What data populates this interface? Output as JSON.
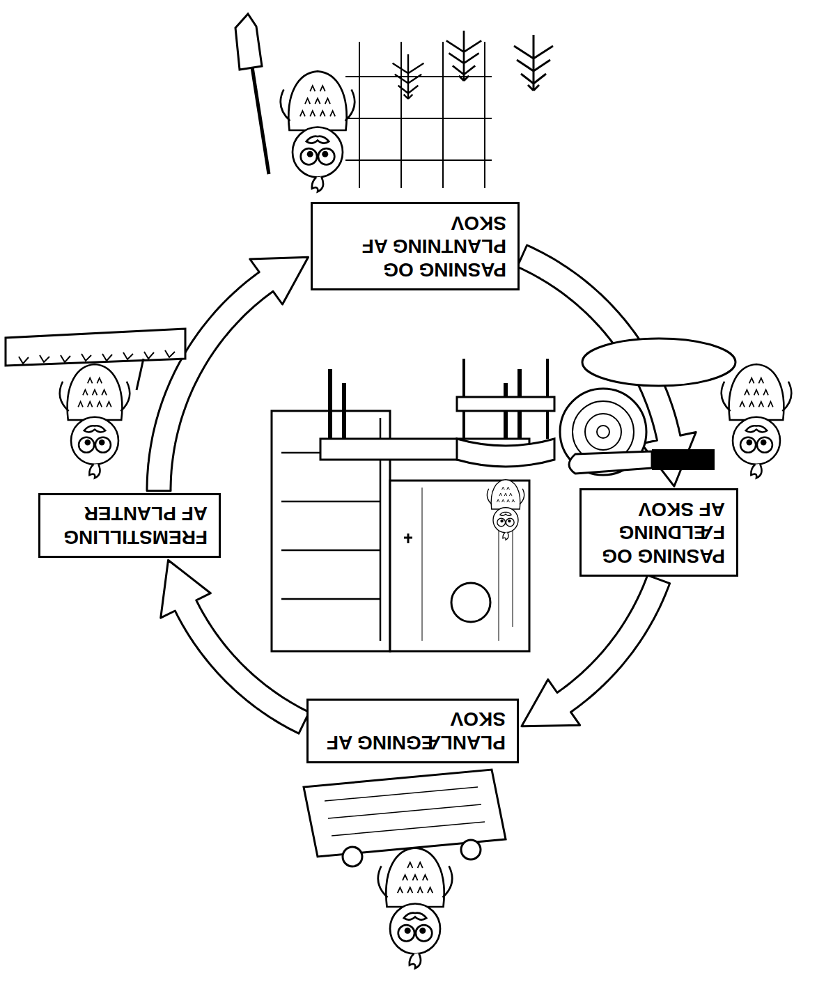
{
  "diagram": {
    "nodes": [
      {
        "text": [
          "PLANLÆGNING AF SKOV"
        ]
      },
      {
        "text": [
          "PASNING OG FÆLDNING AF SKOV"
        ]
      },
      {
        "text": [
          "FREMSTILLING AF PLANTER"
        ]
      },
      {
        "text": [
          "PASNING OG PLANTNING AF SKOV"
        ]
      }
    ],
    "edges": [
      {
        "from": 0,
        "to": 2,
        "arrow": "to"
      },
      {
        "from": 2,
        "to": 3,
        "arrow": "to"
      },
      {
        "from": 3,
        "to": 1,
        "arrow": "to"
      },
      {
        "from": 1,
        "to": 0,
        "arrow": "to"
      }
    ]
  }
}
